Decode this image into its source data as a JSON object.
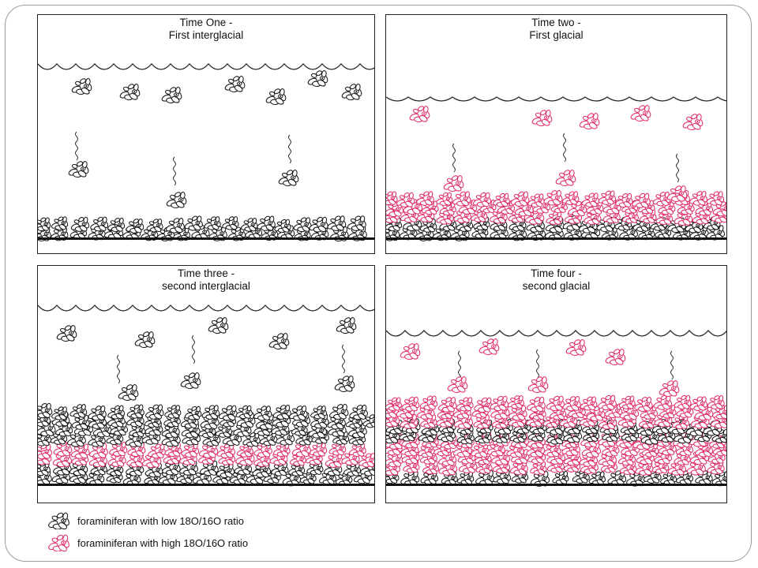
{
  "colors": {
    "low_ratio": "#1a1a1a",
    "high_ratio": "#e0306a",
    "frame": "#222222",
    "slide_border": "#9a9a9a"
  },
  "panels": [
    {
      "id": "p1",
      "title_line1": "Time One -",
      "title_line2": "First interglacial",
      "condition": "interglacial",
      "sediment": [
        "low"
      ]
    },
    {
      "id": "p2",
      "title_line1": "Time two -",
      "title_line2": "First glacial",
      "condition": "glacial",
      "sediment": [
        "low",
        "high"
      ]
    },
    {
      "id": "p3",
      "title_line1": "Time three -",
      "title_line2": "second interglacial",
      "condition": "interglacial",
      "sediment": [
        "low",
        "high",
        "low"
      ]
    },
    {
      "id": "p4",
      "title_line1": "Time four -",
      "title_line2": "second glacial",
      "condition": "glacial",
      "sediment": [
        "low",
        "high",
        "low",
        "high"
      ]
    }
  ],
  "legend": [
    {
      "icon": "foraminifera-low-icon",
      "label": "foraminiferan with low 18O/16O ratio",
      "color": "#1a1a1a"
    },
    {
      "icon": "foraminifera-high-icon",
      "label": "foraminiferan with high 18O/16O ratio",
      "color": "#e0306a"
    }
  ]
}
